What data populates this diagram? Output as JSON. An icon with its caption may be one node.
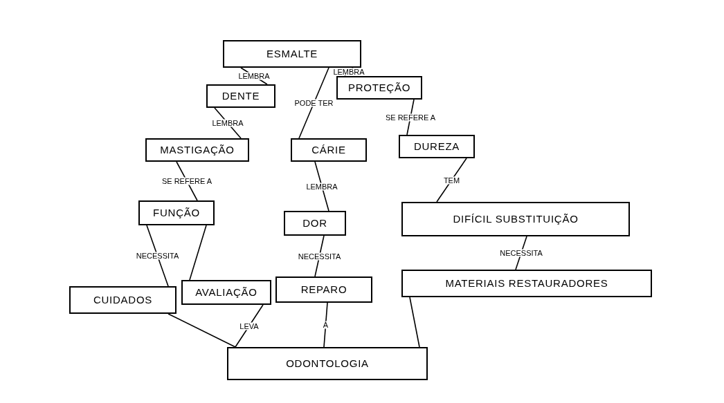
{
  "diagram": {
    "nodes": [
      {
        "text": [
          "ESMALTE"
        ]
      },
      {
        "text": [
          "DENTE"
        ]
      },
      {
        "text": [
          "PROTEÇÃO"
        ]
      },
      {
        "text": [
          "MASTIGAÇÃO"
        ]
      },
      {
        "text": [
          "CÁRIE"
        ]
      },
      {
        "text": [
          "DUREZA"
        ]
      },
      {
        "text": [
          "FUNÇÃO"
        ]
      },
      {
        "text": [
          "DOR"
        ]
      },
      {
        "text": [
          "DIFÍCIL SUBSTITUIÇÃO"
        ]
      },
      {
        "text": [
          "CUIDADOS"
        ]
      },
      {
        "text": [
          "AVALIAÇÃO"
        ]
      },
      {
        "text": [
          "REPARO"
        ]
      },
      {
        "text": [
          "MATERIAIS RESTAURADORES"
        ]
      },
      {
        "text": [
          "ODONTOLOGIA"
        ]
      }
    ],
    "edges": [
      {
        "from": 0,
        "to": 1,
        "label": "LEMBRA",
        "arrow": "none"
      },
      {
        "from": 0,
        "to": 4,
        "label": "PODE TER",
        "arrow": "none"
      },
      {
        "from": 0,
        "to": 2,
        "label": "LEMBRA",
        "arrow": "none"
      },
      {
        "from": 1,
        "to": 3,
        "label": "LEMBRA",
        "arrow": "none"
      },
      {
        "from": 2,
        "to": 5,
        "label": "SE REFERE A",
        "arrow": "none"
      },
      {
        "from": 3,
        "to": 6,
        "label": "SE REFERE A",
        "arrow": "none"
      },
      {
        "from": 4,
        "to": 7,
        "label": "LEMBRA",
        "arrow": "none"
      },
      {
        "from": 5,
        "to": 8,
        "label": "TEM",
        "arrow": "none"
      },
      {
        "from": 6,
        "to": 9,
        "label": "NECESSITA",
        "arrow": "none"
      },
      {
        "from": 6,
        "to": 10,
        "arrow": "none"
      },
      {
        "from": 7,
        "to": 11,
        "label": "NECESSITA",
        "arrow": "none"
      },
      {
        "from": 8,
        "to": 12,
        "label": "NECESSITA",
        "arrow": "none"
      },
      {
        "from": 9,
        "to": 13,
        "arrow": "none"
      },
      {
        "from": 10,
        "to": 13,
        "label": "LEVA",
        "arrow": "none"
      },
      {
        "from": 11,
        "to": 13,
        "label": "À",
        "arrow": "none"
      },
      {
        "from": 12,
        "to": 13,
        "arrow": "none"
      }
    ]
  }
}
